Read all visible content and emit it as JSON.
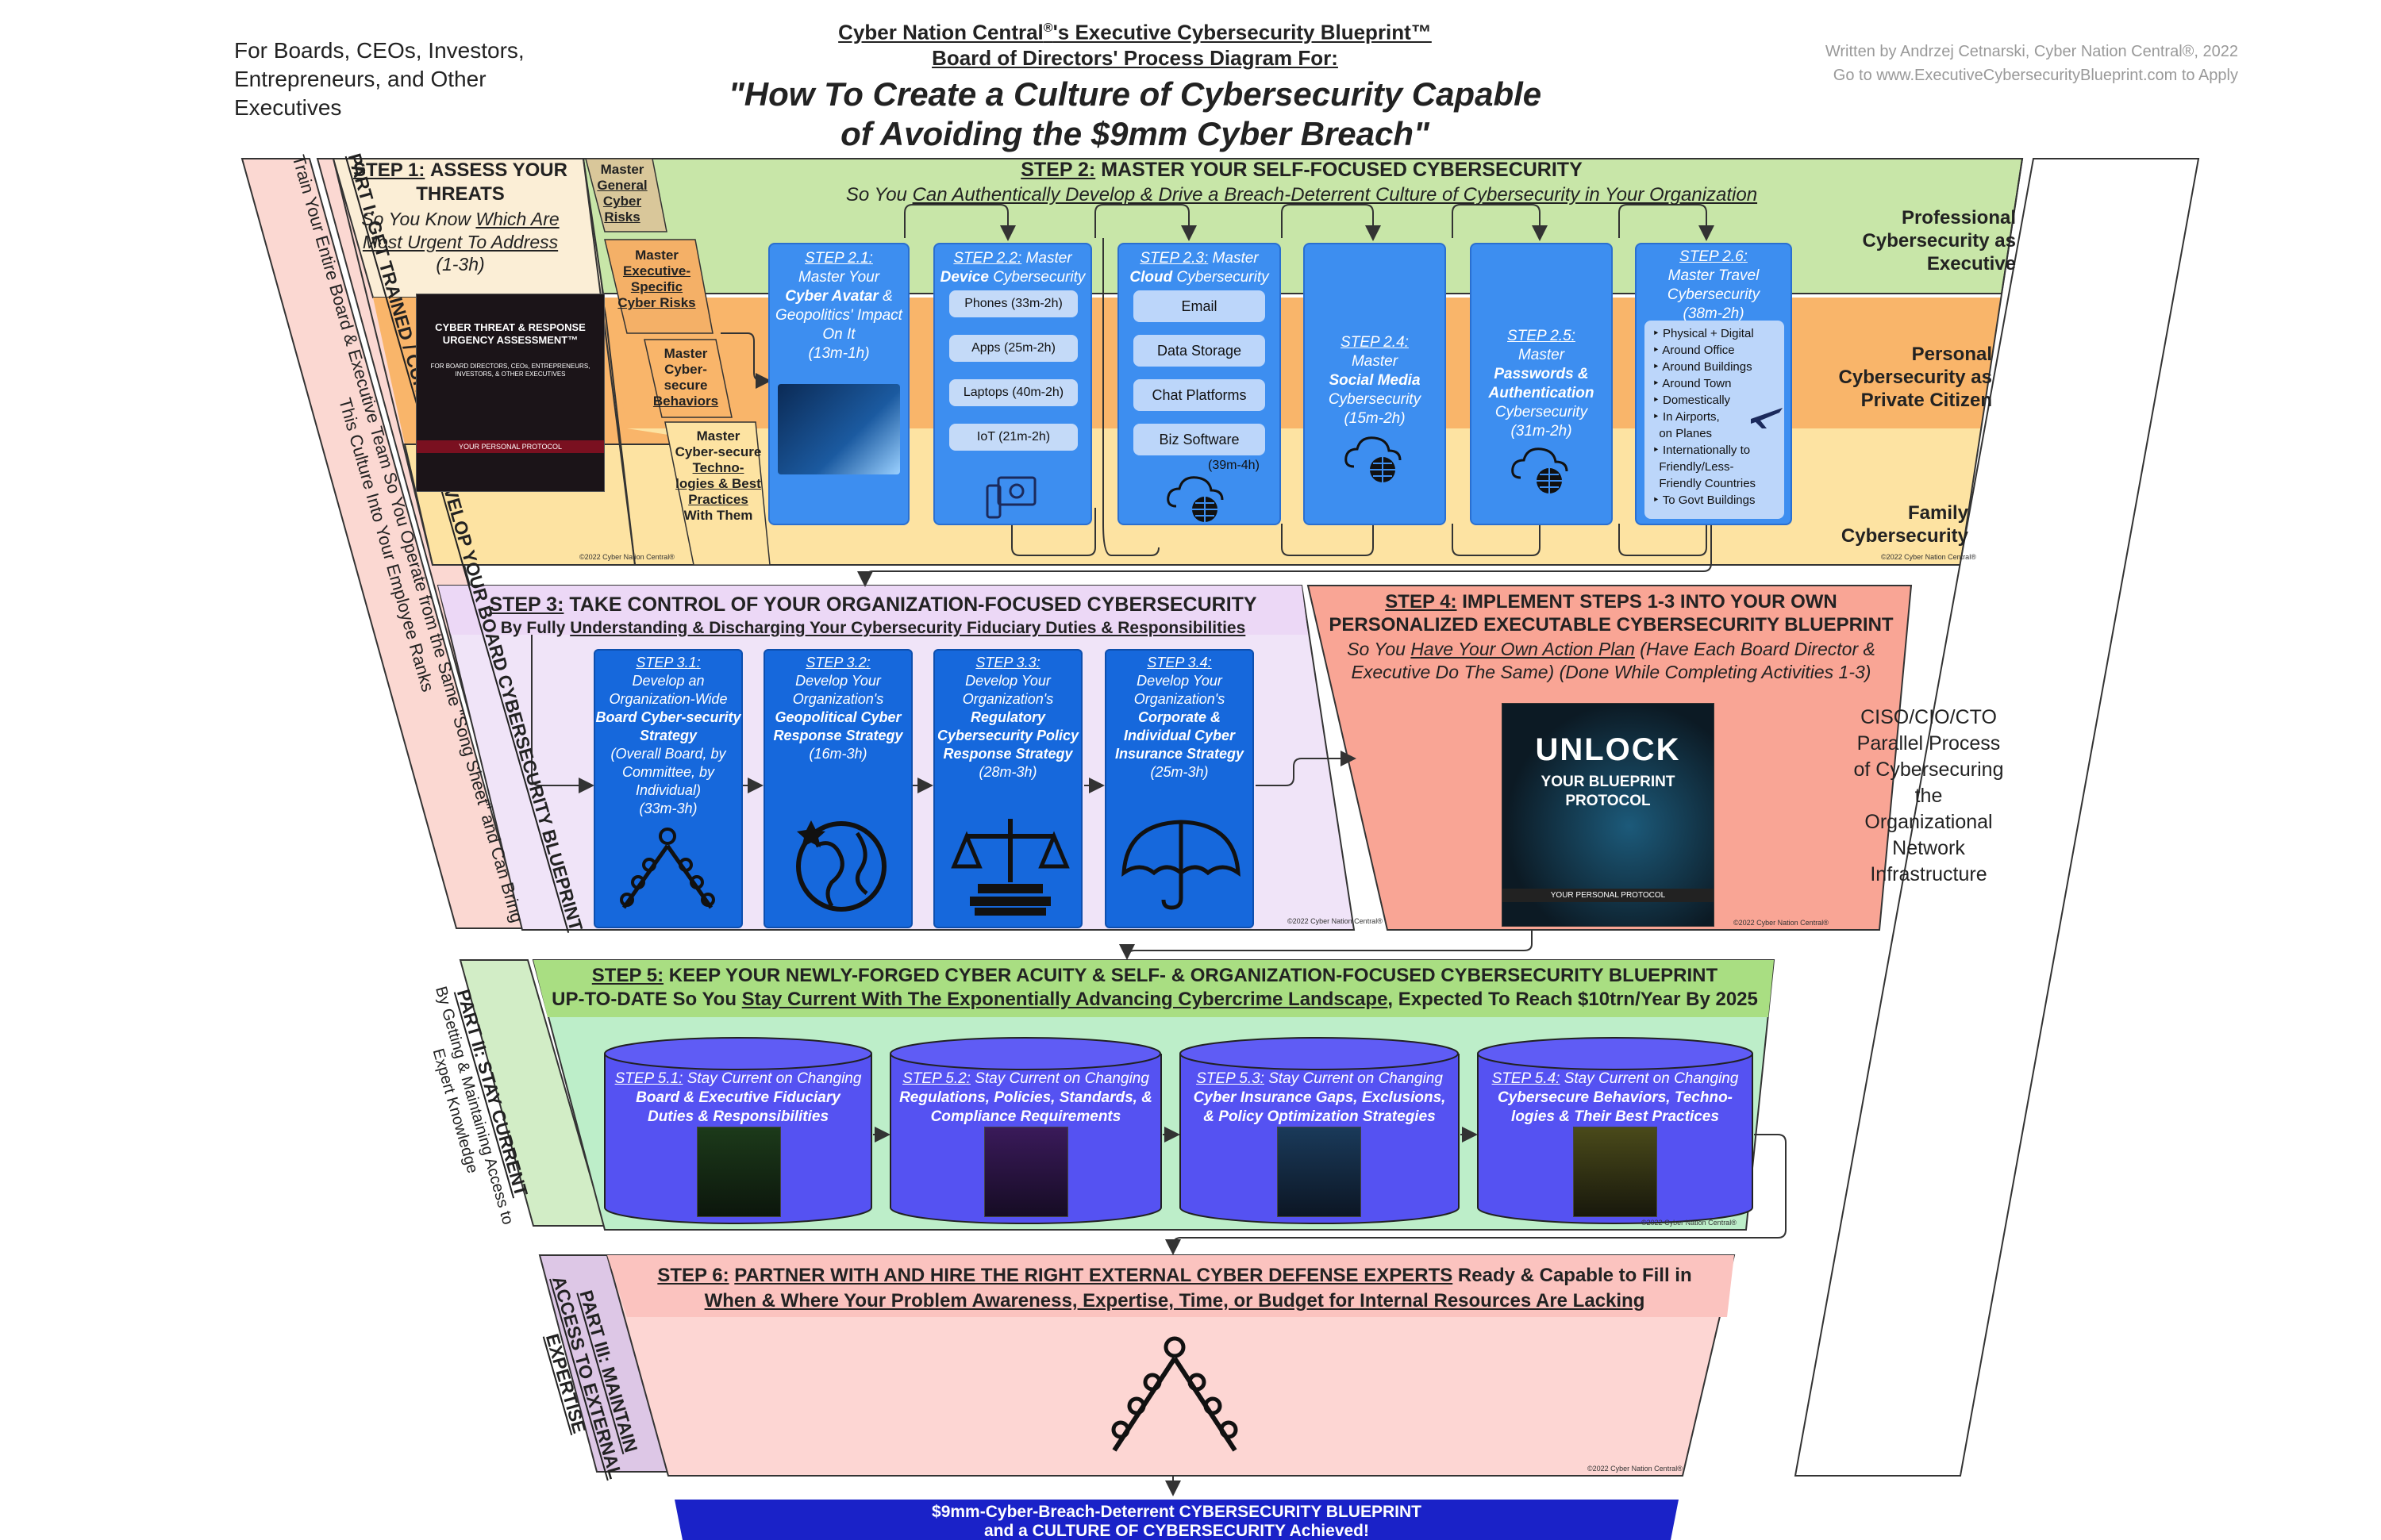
{
  "header": {
    "audience": "For Boards, CEOs, Investors, Entrepreneurs, and Other Executives",
    "title_line1": "Cyber Nation Central",
    "title_reg": "®",
    "title_line1b": "'s Executive Cybersecurity Blueprint™",
    "title_line2": "Board of Directors' Process Diagram For:",
    "main_title_1": "\"How To Create a Culture of Cybersecurity Capable",
    "main_title_2": "of Avoiding the $9mm Cyber Breach\"",
    "author": "Written by Andrzej Cetnarski, Cyber Nation Central®, 2022",
    "apply": "Go to www.ExecutiveCybersecurityBlueprint.com to Apply"
  },
  "parts": {
    "part1": "PART I: GET TRAINED / CURRENT & DEVELOP YOUR BOARD CYBERSECURITY BLUEPRINT",
    "part1_sub": "Train Your Entire Board & Executive Team So You Operate from the Same \"Song Sheet\" and Can Bring This Culture Into Your Employee Ranks",
    "part2": "PART II: STAY CURRENT",
    "part2_sub": "By Getting & Maintaining Access to Expert Knowledge",
    "part3": "PART III: MAINTAIN ACCESS TO EXTERNAL EXPERTISE"
  },
  "step1": {
    "title_step": "STEP 1:",
    "title": "ASSESS YOUR THREATS",
    "sub_pre": "So You Know ",
    "sub_u": "Which Are Most Urgent To Address",
    "time": "(1-3h)",
    "book_title": "CYBER THREAT & RESPONSE URGENCY ASSESSMENT™",
    "book_for": "FOR BOARD DIRECTORS, CEOs, ENTREPRENEURS, INVESTORS, & OTHER EXECUTIVES",
    "book_footer": "YOUR PERSONAL PROTOCOL",
    "copy": "©2022 Cyber Nation Central®"
  },
  "tabs": [
    {
      "pre": "Master",
      "u": "General Cyber Risks"
    },
    {
      "pre": "Master",
      "u": "Executive-Specific Cyber Risks"
    },
    {
      "pre": "Master Cyber-secure",
      "u": "Behaviors"
    },
    {
      "pre": "Master Cyber-secure",
      "u": "Techno-logies & Best Practices",
      "post": "With Them"
    }
  ],
  "step2": {
    "title_step": "STEP 2:",
    "title": "MASTER YOUR SELF-FOCUSED CYBERSECURITY",
    "sub_pre": "So You ",
    "sub_u": "Can Authentically Develop & Drive a Breach-Deterrent Culture of Cybersecurity in Your Organization",
    "level_professional": "Professional Cybersecurity as Executive",
    "level_personal": "Personal Cybersecurity as Private Citizen",
    "level_family": "Family Cybersecurity",
    "s21": {
      "step": "STEP 2.1:",
      "l1": "Master Your",
      "b": "Cyber Avatar",
      "l2": "& Geopolitics' Impact On It",
      "time": "(13m-1h)"
    },
    "s22": {
      "step": "STEP 2.2:",
      "l1": "Master",
      "b": "Device",
      "l2": "Cybersecurity",
      "items": [
        "Phones (33m-2h)",
        "Apps (25m-2h)",
        "Laptops (40m-2h)",
        "IoT (21m-2h)"
      ]
    },
    "s23": {
      "step": "STEP 2.3:",
      "l1": "Master",
      "b": "Cloud",
      "l2": "Cybersecurity",
      "items": [
        "Email",
        "Data Storage",
        "Chat Platforms",
        "Biz Software"
      ],
      "time": "(39m-4h)"
    },
    "s24": {
      "step": "STEP 2.4:",
      "l1": "Master",
      "b": "Social Media",
      "l2": "Cybersecurity",
      "time": "(15m-2h)"
    },
    "s25": {
      "step": "STEP 2.5:",
      "l1": "Master",
      "b": "Passwords & Authentication",
      "l2": "Cybersecurity",
      "time": "(31m-2h)"
    },
    "s26": {
      "step": "STEP 2.6:",
      "l1": "Master Travel Cybersecurity",
      "time": "(38m-2h)",
      "items": [
        "Physical + Digital",
        "Around Office",
        "Around Buildings",
        "Around Town",
        "Domestically",
        "In Airports,",
        "on Planes",
        "Internationally to",
        "Friendly/Less-",
        "Friendly Countries",
        "To Govt Buildings"
      ]
    },
    "copy": "©2022 Cyber Nation Central®"
  },
  "step3": {
    "title_step": "STEP 3:",
    "title": "TAKE CONTROL OF YOUR ORGANIZATION-FOCUSED CYBERSECURITY",
    "sub_pre": "By Fully ",
    "sub_u": "Understanding & Discharging Your Cybersecurity Fiduciary Duties & Responsibilities",
    "s31": {
      "step": "STEP 3.1:",
      "l1": "Develop an Organization-Wide",
      "b": "Board Cyber-security Strategy",
      "l2": "(Overall Board, by Committee, by Individual)",
      "time": "(33m-3h)"
    },
    "s32": {
      "step": "STEP 3.2:",
      "l1": "Develop Your Organization's",
      "b": "Geopolitical Cyber Response Strategy",
      "time": "(16m-3h)"
    },
    "s33": {
      "step": "STEP 3.3:",
      "l1": "Develop Your Organization's",
      "b": "Regulatory Cybersecurity Policy Response Strategy",
      "time": "(28m-3h)"
    },
    "s34": {
      "step": "STEP 3.4:",
      "l1": "Develop Your Organization's",
      "b": "Corporate & Individual Cyber Insurance Strategy",
      "time": "(25m-3h)"
    },
    "copy": "©2022 Cyber Nation Central®"
  },
  "step4": {
    "title_step": "STEP 4:",
    "title": "IMPLEMENT STEPS 1-3 INTO YOUR OWN PERSONALIZED EXECUTABLE CYBERSECURITY BLUEPRINT",
    "sub_pre": "So You ",
    "sub_u": "Have Your Own Action Plan",
    "sub_post": " (Have Each Board Director & Executive Do The Same) (Done While Completing Activities 1-3)",
    "book_t1": "UNLOCK",
    "book_t2": "YOUR BLUEPRINT PROTOCOL",
    "book_footer": "YOUR PERSONAL PROTOCOL",
    "copy": "©2022 Cyber Nation Central®"
  },
  "ciso": "CISO/CIO/CTO Parallel Process of Cybersecuring the Organizational Network Infrastructure",
  "step5": {
    "title_step": "STEP 5:",
    "title": "KEEP YOUR NEWLY-FORGED CYBER ACUITY & SELF- & ORGANIZATION-FOCUSED CYBERSECURITY BLUEPRINT",
    "title2_pre": "UP-TO-DATE So You ",
    "title2_u": "Stay Current With The Exponentially Advancing Cybercrime Landscape",
    "title2_post": ", Expected To Reach $10trn/Year By 2025",
    "s51": {
      "step": "STEP 5.1:",
      "l1": "Stay Current on Changing",
      "b": "Board & Executive Fiduciary Duties & Responsibilities"
    },
    "s52": {
      "step": "STEP 5.2:",
      "l1": "Stay Current on Changing",
      "b": "Regulations, Policies, Standards, & Compliance Requirements"
    },
    "s53": {
      "step": "STEP 5.3:",
      "l1": "Stay Current on Changing",
      "b": "Cyber Insurance Gaps, Exclusions, & Policy Optimization Strategies"
    },
    "s54": {
      "step": "STEP 5.4:",
      "l1": "Stay Current on Changing",
      "b": "Cybersecure Behaviors, Techno-logies & Their Best Practices"
    },
    "copy": "©2022 Cyber Nation Central®"
  },
  "step6": {
    "title_step": "STEP 6:",
    "title_u": "PARTNER WITH AND HIRE THE RIGHT EXTERNAL CYBER DEFENSE EXPERTS",
    "title_post": " Ready & Capable to Fill in",
    "title2_u": "When & Where Your Problem Awareness, Expertise, Time, or Budget for Internal Resources Are Lacking",
    "copy": "©2022 Cyber Nation Central®"
  },
  "result": {
    "line1": "$9mm-Cyber-Breach-Deterrent CYBERSECURITY BLUEPRINT",
    "line2": "and a CULTURE OF CYBERSECURITY Achieved!"
  },
  "colors": {
    "green": "#c8e6a8",
    "orange": "#f9b56a",
    "yellow": "#fde3a2",
    "lavender": "#f0e4f8",
    "salmon": "#f9a595",
    "mint": "#bdeec9",
    "pink": "#fcd6d2",
    "blue": "#3d8ef0",
    "navy": "#1a22c8",
    "cylinder": "#5552f2"
  }
}
